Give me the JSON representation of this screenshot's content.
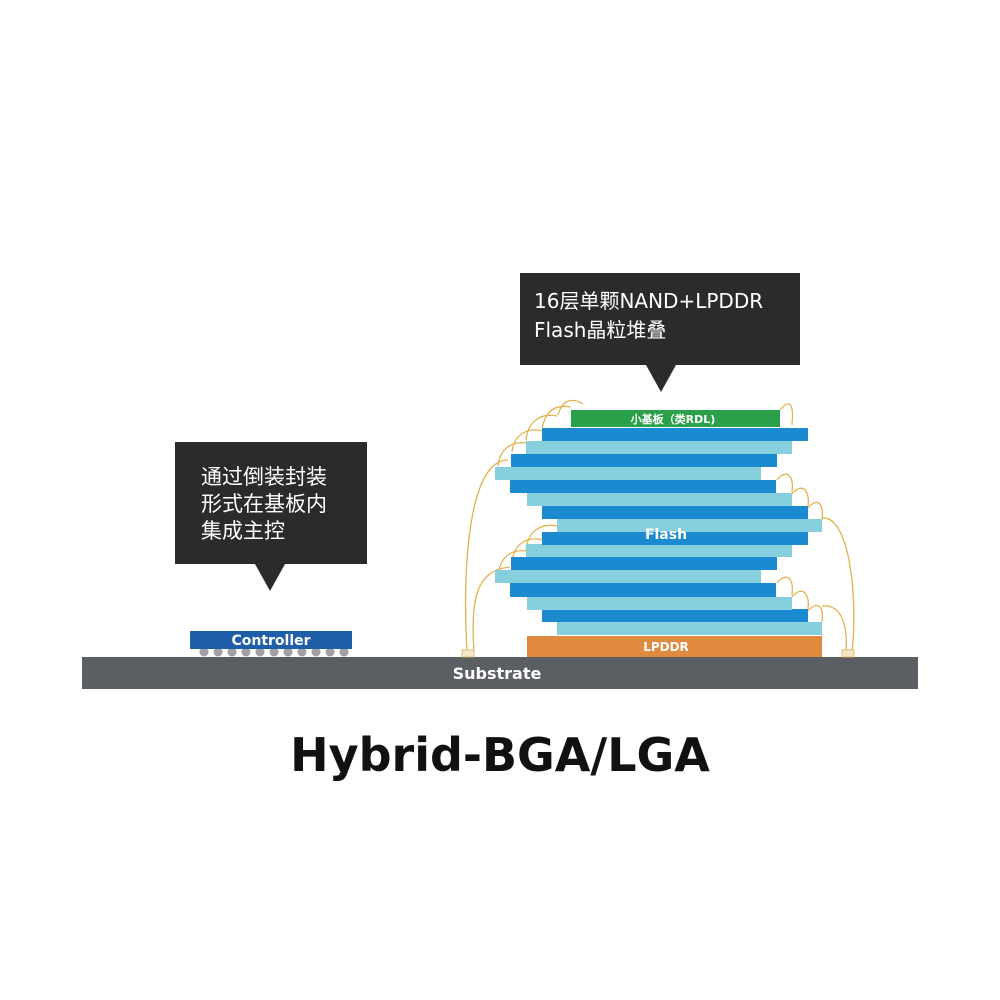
{
  "callouts": {
    "controller_note": {
      "lines": [
        "通过倒装封装",
        "形式在基板内",
        "集成主控"
      ]
    },
    "stack_note": {
      "lines": [
        "16层单颗NAND+LPDDR",
        "Flash晶粒堆叠"
      ]
    }
  },
  "labels": {
    "controller": "Controller",
    "substrate": "Substrate",
    "lpddr": "LPDDR",
    "flash": "Flash",
    "small_substrate": "小基板（类RDL)"
  },
  "title": "Hybrid-BGA/LGA",
  "colors": {
    "callout_bg": "#2b2b2b",
    "substrate": "#5b5e62",
    "controller": "#1f5ea8",
    "lpddr": "#df8a3e",
    "flash_dark": "#1c8ad0",
    "flash_light": "#86cfdc",
    "small_substrate": "#2aa04a",
    "wire": "#e3b251"
  }
}
